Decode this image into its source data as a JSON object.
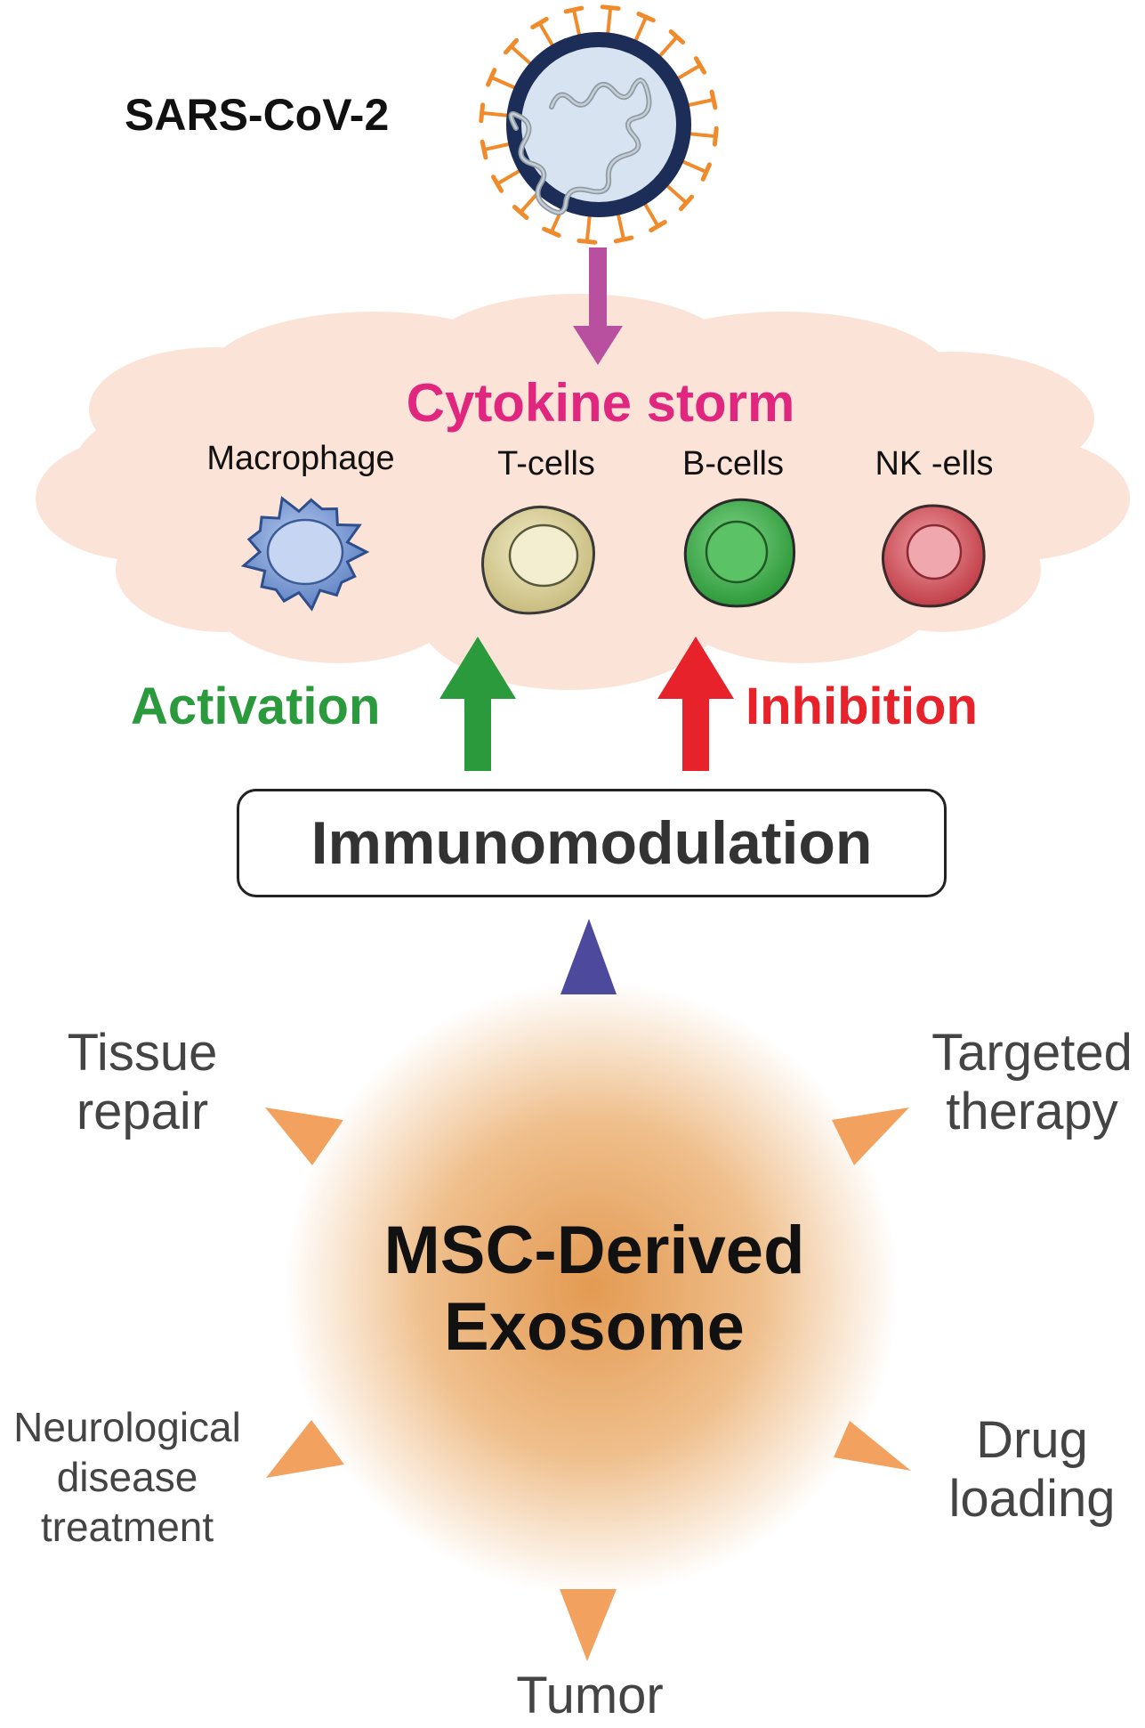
{
  "virus": {
    "label": "SARS-CoV-2"
  },
  "cytokine_storm": {
    "title": "Cytokine storm",
    "title_color": "#e0267f",
    "cells": [
      {
        "label": "Macrophage",
        "icon": "macrophage-icon",
        "color": "#7f9fd8"
      },
      {
        "label": "T-cells",
        "icon": "t-cell-icon",
        "color": "#d9cf96"
      },
      {
        "label": "B-cells",
        "icon": "b-cell-icon",
        "color": "#3fae4a"
      },
      {
        "label": "NK -ells",
        "icon": "nk-cell-icon",
        "color": "#d2545c"
      }
    ]
  },
  "activation": {
    "label": "Activation",
    "color": "#2a9a3c"
  },
  "inhibition": {
    "label": "Inhibition",
    "color": "#e8222a"
  },
  "immunomodulation": {
    "label": "Immunomodulation"
  },
  "exosome": {
    "label": "MSC-Derived Exosome"
  },
  "applications": {
    "tissue_repair": "Tissue repair",
    "targeted_therapy": "Targeted therapy",
    "neurological": "Neurological disease treatment",
    "drug_loading": "Drug loading",
    "tumor": "Tumor"
  }
}
